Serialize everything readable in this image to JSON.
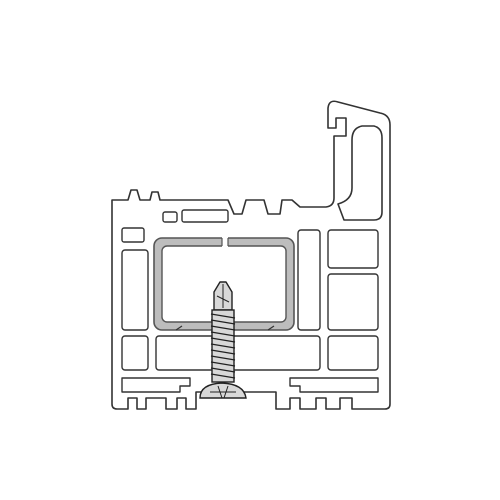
{
  "drawing": {
    "components": [
      {
        "id": "profile",
        "icon": "window-frame-profile-icon"
      },
      {
        "id": "reinforcement",
        "icon": "steel-reinforcement-icon"
      },
      {
        "id": "screw",
        "icon": "self-drilling-screw-icon"
      }
    ],
    "colors": {
      "background": "#ffffff",
      "line": "#333333",
      "profile_fill": "#ffffff",
      "reinforcement_outer": "#555555",
      "reinforcement_band": "#bdbdbd",
      "screw_fill": "#d8d8d8",
      "thread_line": "#222222"
    }
  }
}
